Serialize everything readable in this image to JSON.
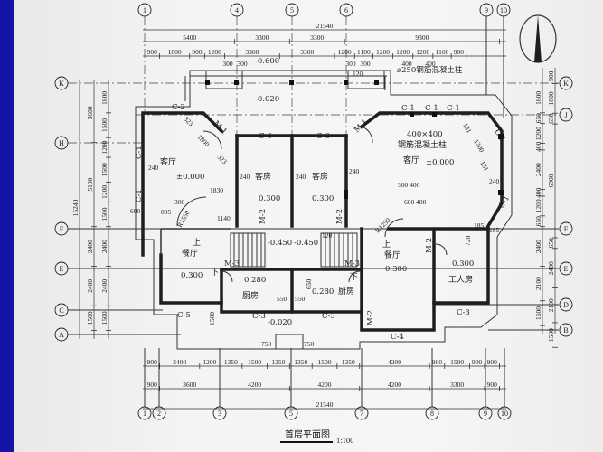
{
  "colors": {
    "frame": "#1414a6",
    "ink": "#1e1e1e",
    "paper": "#f3f3f1"
  },
  "title": {
    "text": "首层平面图",
    "scale": "1:100"
  },
  "north_arrow": {
    "icon": "north-arrow-icon"
  },
  "axes": {
    "top": [
      "1",
      "4",
      "5",
      "6",
      "9",
      "10"
    ],
    "bottom": [
      "1",
      "2",
      "3",
      "5",
      "7",
      "8",
      "9",
      "10"
    ],
    "left": [
      "K",
      "H",
      "F",
      "E",
      "C",
      "A"
    ],
    "right": [
      "K",
      "J",
      "F",
      "E",
      "D",
      "B"
    ]
  },
  "dims": {
    "top_total": "21540",
    "top_row2": [
      "5400",
      "3300",
      "3300",
      "9300"
    ],
    "top_row3": [
      "900",
      "1800",
      "900",
      "1200",
      "3300",
      "3300",
      "1200",
      "1100",
      "1200",
      "1200",
      "1200",
      "1100",
      "900"
    ],
    "top_sub": [
      "300",
      "300",
      "300",
      "300",
      "400",
      "400"
    ],
    "bottom_row1": [
      "900",
      "2400",
      "1200",
      "1350",
      "1500",
      "1350",
      "1350",
      "1500",
      "1350",
      "4200",
      "900",
      "1500",
      "900",
      "900"
    ],
    "bottom_row2": [
      "900",
      "3600",
      "4200",
      "4200",
      "4200",
      "3300",
      "900"
    ],
    "bottom_total": "21540",
    "left_total": "15240",
    "left_col2": [
      "3600",
      "5100",
      "2400",
      "2400",
      "1500"
    ],
    "left_col3": [
      "1800",
      "1500",
      "1200",
      "1500",
      "1200",
      "1500",
      "2400",
      "2400",
      "1500"
    ],
    "right_outer": [
      "900",
      "1800",
      "650",
      "6900",
      "650",
      "2400",
      "2100",
      "1500"
    ],
    "right_inner": [
      "1800",
      "650",
      "1200",
      "400",
      "2400",
      "400",
      "1200",
      "650",
      "2400",
      "2100",
      "1500"
    ]
  },
  "rooms": {
    "living_left": "客厅",
    "living_left_elev": "±0.000",
    "guest1": "客房",
    "guest1_elev": "0.300",
    "guest2": "客房",
    "guest2_elev": "0.300",
    "living_right": "客厅",
    "living_right_elev": "±0.000",
    "column_note_size": "400×400",
    "column_note": "钢筋混凝土柱",
    "round_column_note": "⌀250钢筋混凝土柱",
    "dining_left": "餐厅",
    "dining_left_elev": "0.300",
    "kitchen_left": "厨房",
    "kitchen_left_elev": "0.280",
    "kitchen_right": "厨房",
    "kitchen_right_elev": "0.280",
    "dining_right": "餐厅",
    "dining_right_elev": "0.300",
    "servant": "工人房",
    "servant_elev": "0.300",
    "stair_left_elev": "-0.450",
    "stair_right_elev": "-0.450",
    "porch_elev": "-0.600",
    "terrace_elev": "-0.020",
    "rear_elev": "-0.020",
    "up1": "上",
    "down1": "下",
    "up2": "上",
    "down2": "下"
  },
  "openings": [
    "C-2",
    "M-1",
    "C-6",
    "C-6",
    "M-1",
    "C-1",
    "C-1",
    "C-1",
    "C-1",
    "C-1",
    "C-1",
    "C-1",
    "M-2",
    "M-2",
    "M-3",
    "M-3",
    "M-2",
    "C-5",
    "C-3",
    "C-3",
    "C-3",
    "C-4",
    "M-2"
  ],
  "misc_dims": [
    "240",
    "240",
    "240",
    "240",
    "240",
    "1830",
    "300",
    "885",
    "600",
    "1140",
    "120",
    "550",
    "550",
    "650",
    "750",
    "750",
    "300 400",
    "600 480",
    "R1250",
    "R1550",
    "1800",
    "323",
    "323",
    "185",
    "185",
    "720",
    "1500",
    "120",
    "131",
    "1200",
    "131"
  ]
}
